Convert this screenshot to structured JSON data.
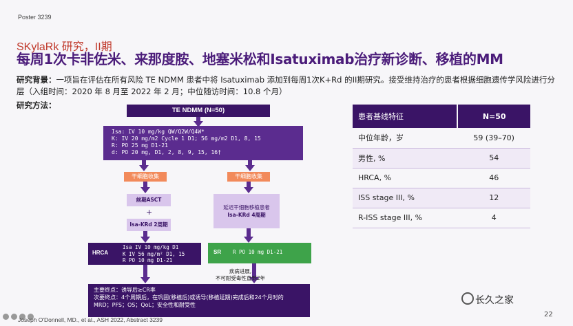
{
  "poster_label": "Poster 3239",
  "study_subtitle": "SKylaRk 研究，II期",
  "title": "每周1次卡非佐米、来那度胺、地塞米松和Isatuximab治疗新诊断、移植的MM",
  "background_label": "研究背景：",
  "background_text": "一项旨在评估在所有风险 TE NDMM 患者中将 Isatuximab 添加到每周1次K+Rd 的II期研究。接受维持治疗的患者根据细胞遗传学风险进行分层（入组时间：2020 年 8 月至 2022 年 2 月；中位随访时间：10.8 个月）",
  "method_label": "研究方法：",
  "flow": {
    "te": "TE NDMM (N=50)",
    "regimen": [
      "Isa: IV 10 mg/kg QW/Q2W/Q4W*",
      "K: IV 20 mg/m2 Cycle 1 D1; 56 mg/m2 D1, 8, 15",
      "R: PO 25 mg D1-21",
      "d: PO 20 mg, D1, 2, 8, 9, 15, 16†"
    ],
    "stem_cell_left": "干细胞收集",
    "stem_cell_right": "干细胞收集",
    "asct": "前期ASCT",
    "plus": "+",
    "isa_krd2": "Isa-KRd 2周期",
    "delayed_line1": "延迟干细胞移植患者",
    "delayed_line2": "Isa-KRd 4周期",
    "hrca_tag": "HRCA",
    "hrca_lines": [
      "Isa IV 10 mg/kg D1",
      "K IV 56 mg/m² D1, 15",
      "R PO 10 mg D1-21"
    ],
    "sr_tag": "SR",
    "sr_line": "R PO 10 mg D1-21",
    "progress_line1": "疾病进展,",
    "progress_line2": "不可耐受毒性直到2年",
    "endpoints": [
      "主要终点：诱导后≥CR率",
      "次要终点：4个周期后，在巩固(移植后)或诱导(移植延期)完成后和24个月时的",
      "MRD；PFS；OS；QoL；安全性和耐受性"
    ]
  },
  "table": {
    "headers": [
      "患者基线特征",
      "N=50"
    ],
    "rows": [
      {
        "label": "中位年龄，岁",
        "value": "59 (39–70)"
      },
      {
        "label": "男性, %",
        "value": "54"
      },
      {
        "label": "HRCA, %",
        "value": "46"
      },
      {
        "label": "ISS stage III, %",
        "value": "12"
      },
      {
        "label": "R-ISS stage III, %",
        "value": "4"
      }
    ]
  },
  "footer": "Joseph O'Donnell, MD., et al., ASH 2022, Abstract 3239",
  "page_number": "22",
  "watermark": "长久之家"
}
